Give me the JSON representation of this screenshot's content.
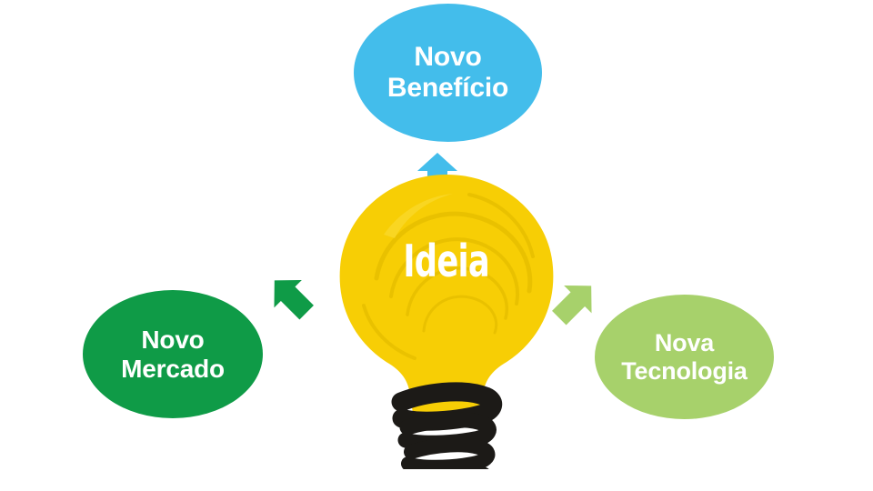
{
  "diagram": {
    "title": "Ideia",
    "center": {
      "label": "Ideia",
      "icon": "lightbulb-icon",
      "bulb_color": "#f7ce05",
      "bulb_shade_color": "#e9bf00",
      "base_color": "#1c1a17",
      "label_color": "#ffffff"
    },
    "nodes": [
      {
        "id": "novo-beneficio",
        "label": "Novo\nBenefício",
        "color": "#43bdeb",
        "text_color": "#ffffff",
        "position": "top"
      },
      {
        "id": "novo-mercado",
        "label": "Novo\nMercado",
        "color": "#0f9b47",
        "text_color": "#ffffff",
        "position": "left"
      },
      {
        "id": "nova-tecnologia",
        "label": "Nova\nTecnologia",
        "color": "#a7d16b",
        "text_color": "#ffffff",
        "position": "right"
      }
    ],
    "arrows": [
      {
        "id": "arrow-up",
        "direction": "up",
        "color": "#43bdeb",
        "from": "ideia",
        "to": "novo-beneficio"
      },
      {
        "id": "arrow-left",
        "direction": "up-left",
        "color": "#0f9b47",
        "from": "ideia",
        "to": "novo-mercado"
      },
      {
        "id": "arrow-right",
        "direction": "up-right",
        "color": "#a7d16b",
        "from": "ideia",
        "to": "nova-tecnologia"
      }
    ],
    "background": "#ffffff"
  }
}
